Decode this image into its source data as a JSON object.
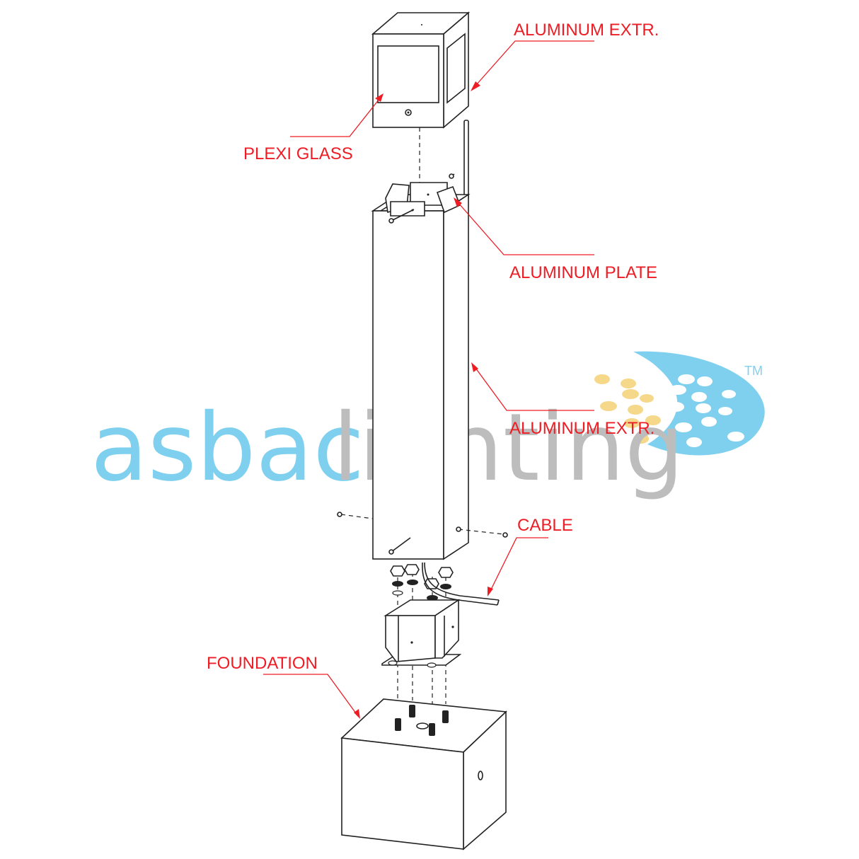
{
  "labels": {
    "top_extrusion": "ALUMINUM EXTR.",
    "plexi_glass": "PLEXI GLASS",
    "aluminum_plate": "ALUMINUM PLATE",
    "post_extrusion": "ALUMINUM EXTR.",
    "cable": "CABLE",
    "foundation": "FOUNDATION"
  },
  "brand": {
    "word1": "asbac",
    "word2": "lighting",
    "trademark": "TM"
  },
  "colors": {
    "callout": "#ee1c24",
    "brand_blue": "#7fd0ef",
    "brand_gray": "#bdbdbd",
    "logo_yellow": "#f6d88a",
    "line": "#222222"
  }
}
